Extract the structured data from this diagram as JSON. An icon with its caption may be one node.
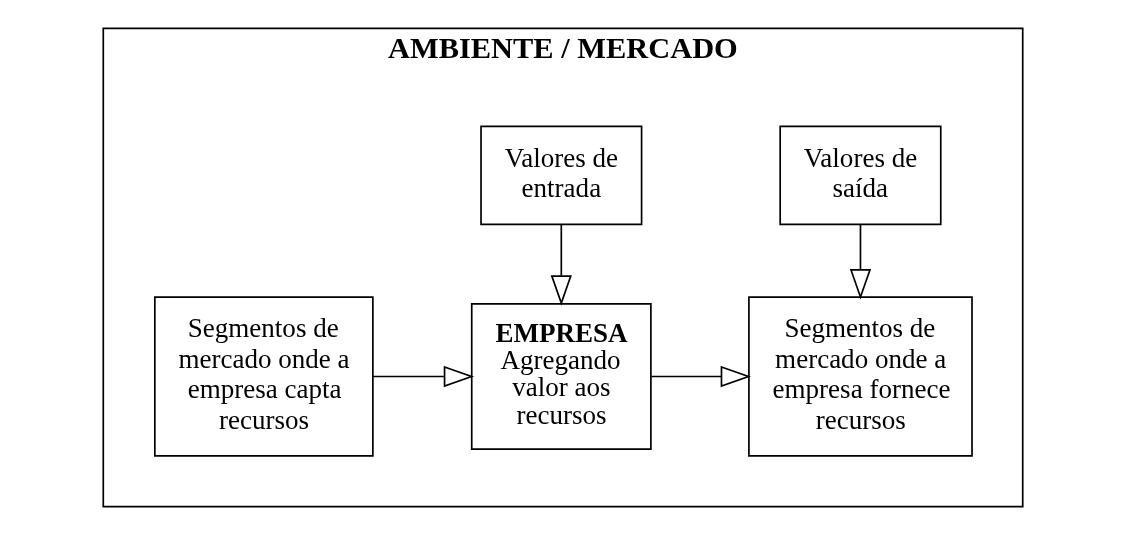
{
  "diagram": {
    "nodes": [
      {
        "text": [
          "AMBIENTE / MERCADO"
        ]
      },
      {
        "text": [
          "Valores de entrada"
        ],
        "in": 0
      },
      {
        "text": [
          "Valores de saída"
        ],
        "in": 0
      },
      {
        "text": [
          "Segmentos de mercado onde a empresa capta recursos"
        ],
        "in": 0
      },
      {
        "text": [
          "EMPRESA",
          "Agregando valor aos recursos"
        ],
        "in": 0
      },
      {
        "text": [
          "Segmentos de mercado onde a empresa fornece recursos"
        ],
        "in": 0
      }
    ],
    "edges": [
      {
        "from": 1,
        "to": 4,
        "arrow": "to"
      },
      {
        "from": 2,
        "to": 5,
        "arrow": "to"
      },
      {
        "from": 3,
        "to": 4,
        "arrow": "to"
      },
      {
        "from": 4,
        "to": 5,
        "arrow": "to"
      }
    ]
  }
}
